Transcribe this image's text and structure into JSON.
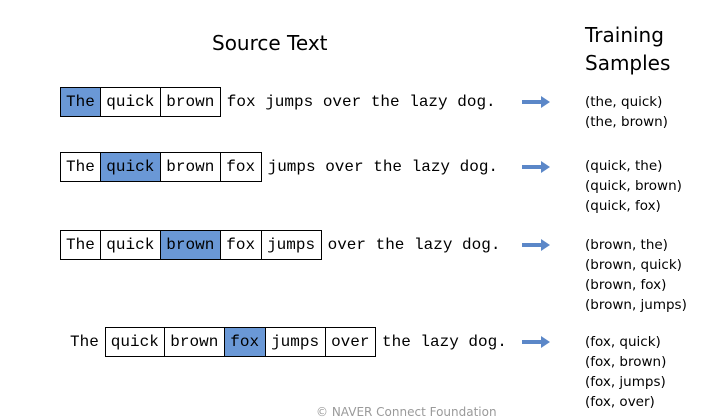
{
  "titles": {
    "source": "Source Text",
    "training_line1": "Training",
    "training_line2": "Samples"
  },
  "rows": [
    {
      "words": [
        {
          "text": "The",
          "style": "center"
        },
        {
          "text": "quick",
          "style": "context"
        },
        {
          "text": "brown",
          "style": "context"
        },
        {
          "text": "fox jumps over the lazy dog.",
          "style": "plain"
        }
      ],
      "pairs": [
        "(the, quick)",
        "(the, brown)"
      ]
    },
    {
      "words": [
        {
          "text": "The",
          "style": "context"
        },
        {
          "text": "quick",
          "style": "center"
        },
        {
          "text": "brown",
          "style": "context"
        },
        {
          "text": "fox",
          "style": "context"
        },
        {
          "text": "jumps over the lazy dog.",
          "style": "plain"
        }
      ],
      "pairs": [
        "(quick, the)",
        "(quick, brown)",
        "(quick, fox)"
      ]
    },
    {
      "words": [
        {
          "text": "The",
          "style": "context"
        },
        {
          "text": "quick",
          "style": "context"
        },
        {
          "text": "brown",
          "style": "center"
        },
        {
          "text": "fox",
          "style": "context"
        },
        {
          "text": "jumps",
          "style": "context"
        },
        {
          "text": "over the lazy dog.",
          "style": "plain"
        }
      ],
      "pairs": [
        "(brown, the)",
        "(brown, quick)",
        "(brown, fox)",
        "(brown, jumps)"
      ]
    },
    {
      "words": [
        {
          "text": "The",
          "style": "plain"
        },
        {
          "text": "quick",
          "style": "context"
        },
        {
          "text": "brown",
          "style": "context"
        },
        {
          "text": "fox",
          "style": "center"
        },
        {
          "text": "jumps",
          "style": "context"
        },
        {
          "text": "over",
          "style": "context"
        },
        {
          "text": "the lazy dog.",
          "style": "plain"
        }
      ],
      "pairs": [
        "(fox, quick)",
        "(fox, brown)",
        "(fox, jumps)",
        "(fox, over)"
      ]
    }
  ],
  "footer": "© NAVER Connect Foundation",
  "colors": {
    "center_word": "#6a98d6",
    "arrow": "#5b87c8"
  }
}
